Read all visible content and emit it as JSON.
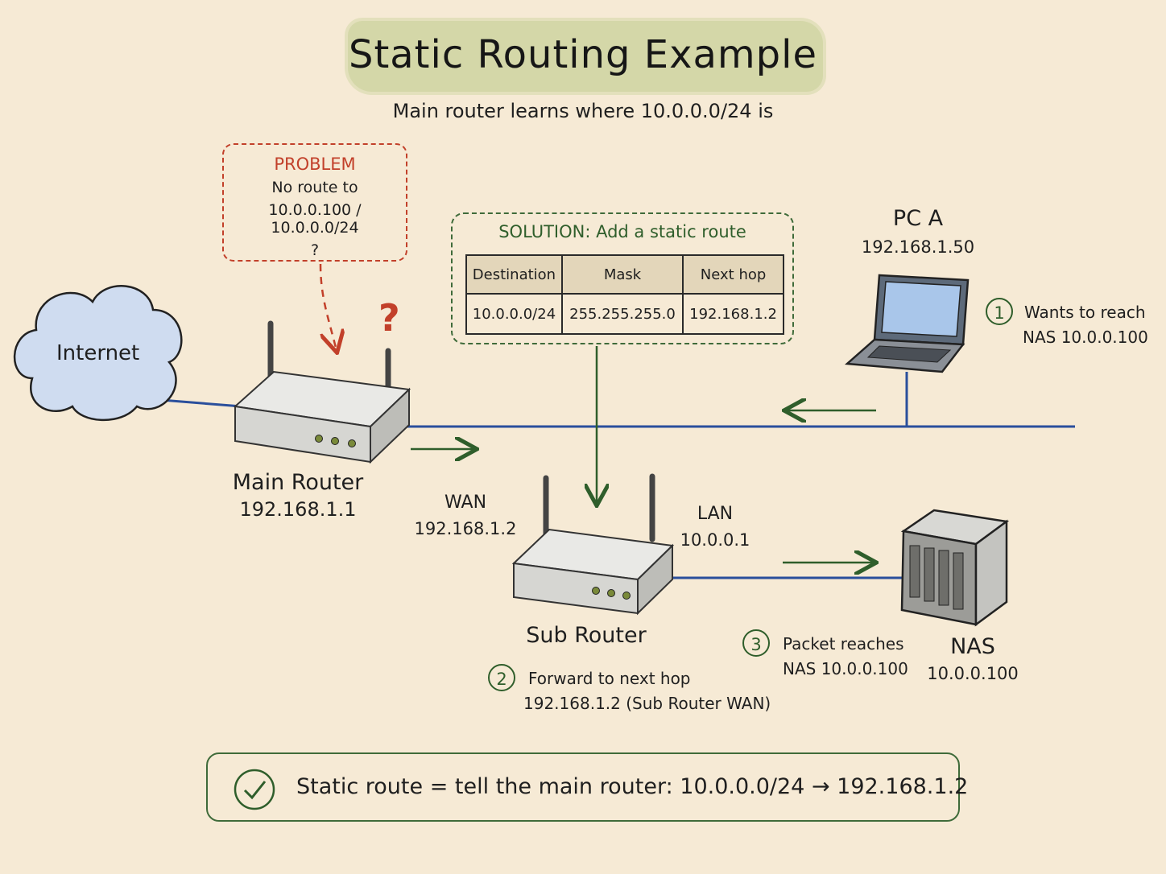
{
  "title": "Static Routing Example",
  "subtitle": "Main router learns where 10.0.0.0/24 is",
  "problem": {
    "heading": "PROBLEM",
    "line1": "No route to",
    "line2": "10.0.0.100 / 10.0.0.0/24",
    "line3": "?"
  },
  "question_mark": "?",
  "solution": {
    "heading": "SOLUTION: Add a static route",
    "columns": [
      "Destination",
      "Mask",
      "Next hop"
    ],
    "row": [
      "10.0.0.0/24",
      "255.255.255.0",
      "192.168.1.2"
    ]
  },
  "internet": {
    "label": "Internet"
  },
  "main_router": {
    "name": "Main Router",
    "ip": "192.168.1.1"
  },
  "pc_a": {
    "name": "PC A",
    "ip": "192.168.1.50"
  },
  "sub_router": {
    "name": "Sub Router",
    "wan_label": "WAN",
    "wan_ip": "192.168.1.2",
    "lan_label": "LAN",
    "lan_ip": "10.0.0.1"
  },
  "nas": {
    "name": "NAS",
    "ip": "10.0.0.100"
  },
  "steps": [
    {
      "num": "1",
      "line1": "Wants to reach",
      "line2": "NAS 10.0.0.100"
    },
    {
      "num": "2",
      "line1": "Forward to next hop",
      "line2": "192.168.1.2 (Sub Router WAN)"
    },
    {
      "num": "3",
      "line1": "Packet reaches",
      "line2": "NAS 10.0.0.100"
    }
  ],
  "summary": {
    "text": "Static route = tell the main router: 10.0.0.0/24 → 192.168.1.2"
  },
  "colors": {
    "background": "#f6ead5",
    "network_line": "#2a4f9c",
    "arrow_green": "#2f5e2b",
    "problem_red": "#c2402a",
    "cloud_fill": "#cfdcf0"
  }
}
